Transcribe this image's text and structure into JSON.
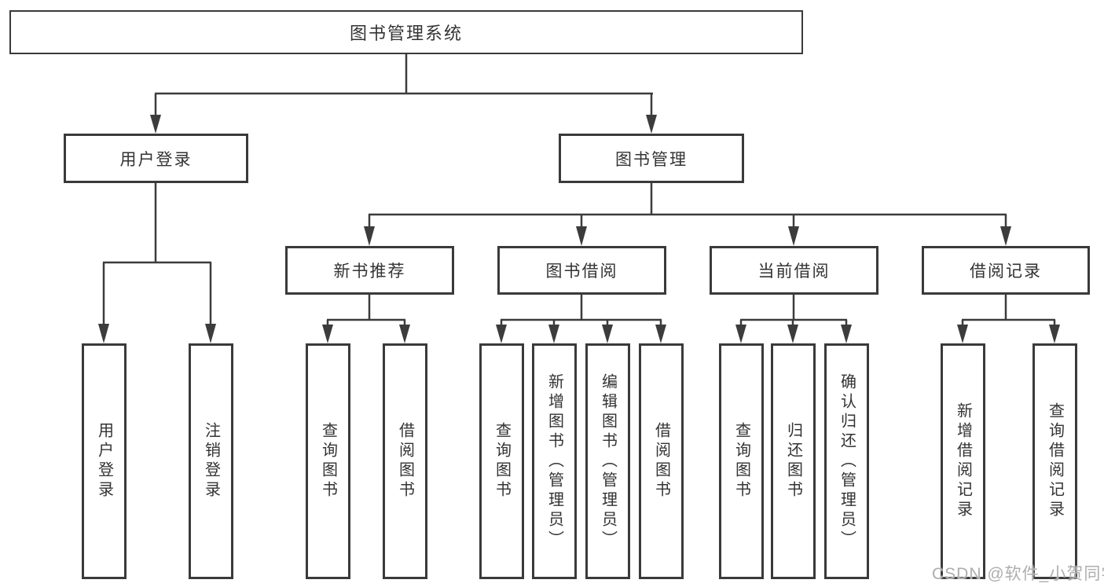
{
  "diagram_title": "图书管理系统",
  "root": {
    "label": "图书管理系统"
  },
  "level2": [
    {
      "label": "用户登录"
    },
    {
      "label": "图书管理"
    }
  ],
  "level3": [
    {
      "label": "新书推荐",
      "parent": "图书管理"
    },
    {
      "label": "图书借阅",
      "parent": "图书管理"
    },
    {
      "label": "当前借阅",
      "parent": "图书管理"
    },
    {
      "label": "借阅记录",
      "parent": "图书管理"
    }
  ],
  "leaves": [
    {
      "label": "用户登录",
      "parent": "用户登录"
    },
    {
      "label": "注销登录",
      "parent": "用户登录"
    },
    {
      "label": "查询图书",
      "parent": "新书推荐"
    },
    {
      "label": "借阅图书",
      "parent": "新书推荐"
    },
    {
      "label": "查询图书",
      "parent": "图书借阅"
    },
    {
      "label": "新增图书（管理员）",
      "parent": "图书借阅"
    },
    {
      "label": "编辑图书（管理员）",
      "parent": "图书借阅"
    },
    {
      "label": "借阅图书",
      "parent": "图书借阅"
    },
    {
      "label": "查询图书",
      "parent": "当前借阅"
    },
    {
      "label": "归还图书",
      "parent": "当前借阅"
    },
    {
      "label": "确认归还（管理员）",
      "parent": "当前借阅"
    },
    {
      "label": "新增借阅记录",
      "parent": "借阅记录"
    },
    {
      "label": "查询借阅记录",
      "parent": "借阅记录"
    }
  ],
  "watermark": "CSDN @软件_小贺同学",
  "colors": {
    "line": "#3c3c3c",
    "border": "#3a3a3a",
    "text": "#333333",
    "background": "#ffffff",
    "watermark": "#aeaeae"
  }
}
